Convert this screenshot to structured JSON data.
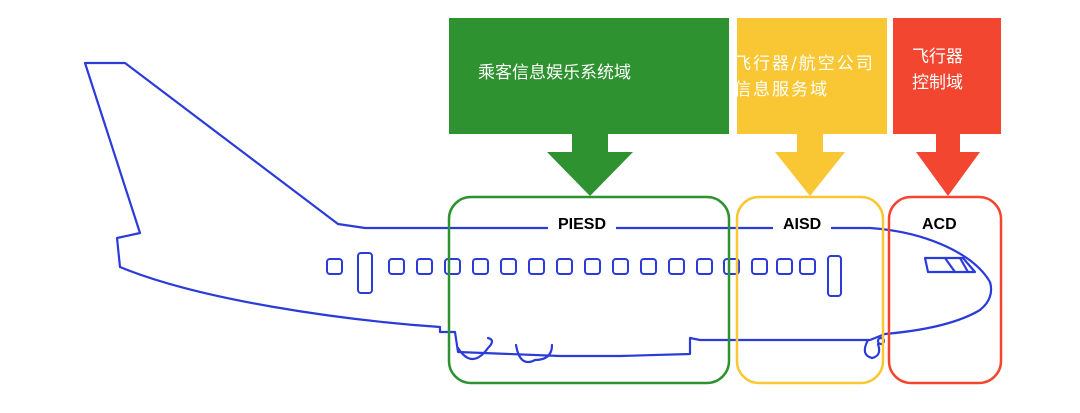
{
  "domains": {
    "passenger": {
      "label": "乘客信息娱乐系统域",
      "color": "#2e9230"
    },
    "airline": {
      "label_line1": "飞行器/航空公司",
      "label_line2": "信息服务域",
      "color": "#f9c733"
    },
    "control": {
      "label_line1": "飞行器",
      "label_line2": "控制域",
      "color": "#f24631"
    }
  },
  "zones": {
    "piesd": {
      "label": "PIESD",
      "color": "#2e9230"
    },
    "aisd": {
      "label": "AISD",
      "color": "#f9c733"
    },
    "acd": {
      "label": "ACD",
      "color": "#f24631"
    }
  },
  "aircraft": {
    "color": "#2b3bd9"
  }
}
